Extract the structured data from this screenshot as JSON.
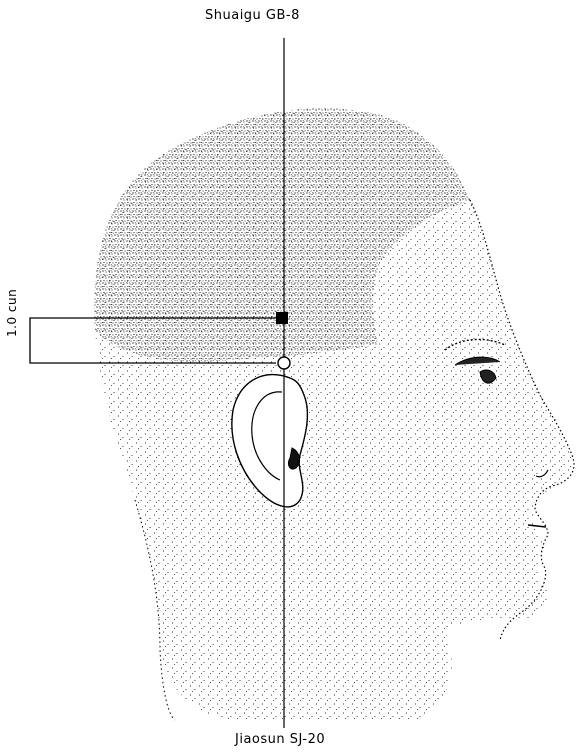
{
  "labels": {
    "top_point": "Shuaigu GB-8",
    "bottom_point": "Jiaosun SJ-20",
    "measurement": "1.0 cun"
  },
  "colors": {
    "ink": "#000000",
    "paper": "#ffffff"
  },
  "icons": {
    "shuaigu_marker": "filled-square-marker",
    "jiaosun_marker": "hollow-circle-marker"
  }
}
